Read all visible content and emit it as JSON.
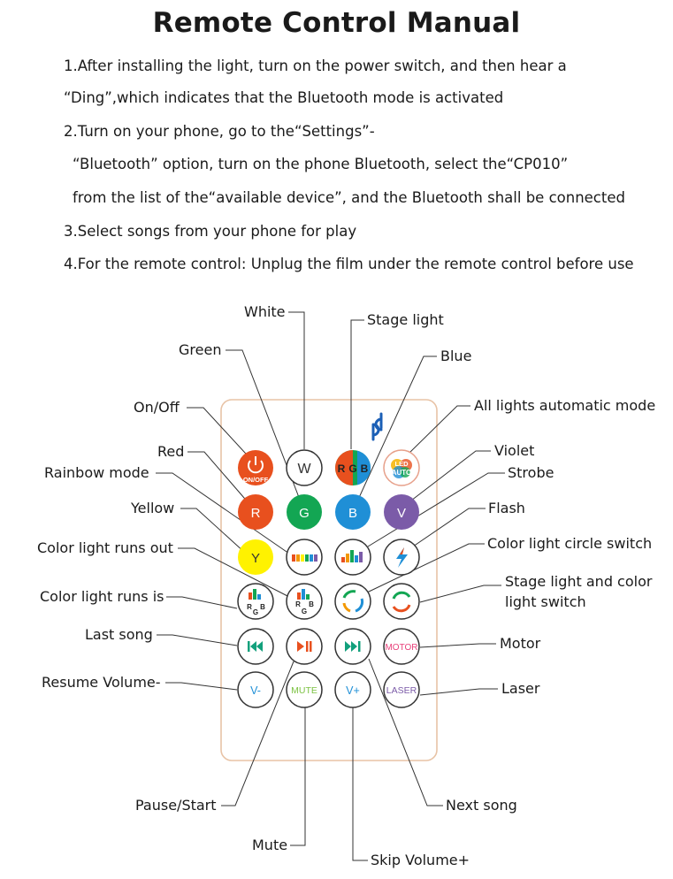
{
  "title": "Remote Control Manual",
  "instructions": [
    "1.After installing the light, turn on the power switch, and then hear a",
    "“Ding”,which  indicates that the Bluetooth mode is activated",
    "2.Turn on your phone, go to the“Settings”-",
    "“Bluetooth” option, turn on the phone Bluetooth, select the“CP010”",
    "from the list of the“available device”, and the Bluetooth shall be connected",
    "3.Select songs from your phone for play",
    "4.For the remote control: Unplug the film under the remote control before use"
  ],
  "labels": {
    "white": "White",
    "stage_light": "Stage light",
    "green": "Green",
    "blue": "Blue",
    "on_off": "On/Off",
    "all_lights_auto": "All lights automatic mode",
    "red": "Red",
    "violet": "Violet",
    "rainbow_mode": "Rainbow mode",
    "strobe": "Strobe",
    "yellow": "Yellow",
    "flash": "Flash",
    "color_runs_out": "Color light runs out",
    "color_circle_switch": "Color light circle switch",
    "color_runs_is": "Color light runs is",
    "stage_color_switch_1": "Stage light and color",
    "stage_color_switch_2": "light switch",
    "last_song": "Last song",
    "motor": "Motor",
    "resume_volume": "Resume Volume-",
    "laser": "Laser",
    "pause_start": "Pause/Start",
    "next_song": "Next song",
    "mute": "Mute",
    "skip_volume": "Skip Volume+"
  },
  "buttons": {
    "on_off": "ON/OFF",
    "white": "W",
    "rgb_r": "R",
    "rgb_g": "G",
    "rgb_b": "B",
    "led": "LED",
    "auto": "AUTO",
    "red": "R",
    "green": "G",
    "blue": "B",
    "violet": "V",
    "yellow": "Y",
    "runs_rgb_r": "R",
    "runs_rgb_g": "G",
    "runs_rgb_b": "B",
    "runs_rbg_r": "R",
    "runs_rbg_b": "B",
    "runs_rbg_g": "G",
    "motor": "MOTOR",
    "vol_down": "V-",
    "mute": "MUTE",
    "vol_up": "V+",
    "laser": "LASER"
  },
  "colors": {
    "remote_border": "#e8c3a6",
    "red": "#e8501e",
    "green": "#13a653",
    "blue": "#1f8fd6",
    "violet": "#7b5ba8",
    "yellow": "#fff200",
    "teal": "#12a07c",
    "logo": "#1b5fb6"
  }
}
